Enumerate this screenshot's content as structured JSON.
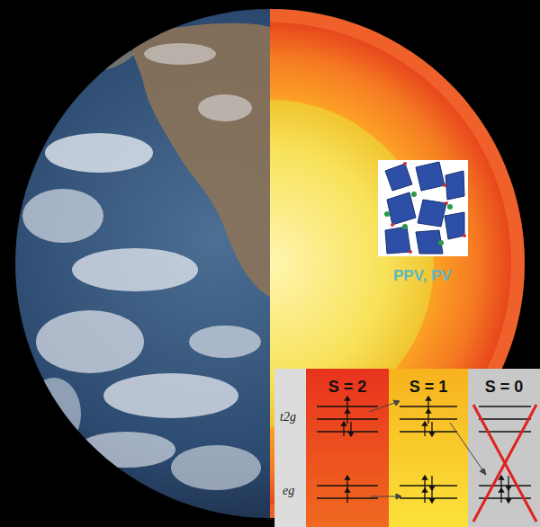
{
  "diagram": {
    "nodes": [
      {
        "text": [
          "S = 2"
        ]
      },
      {
        "text": [
          "S = 1"
        ]
      },
      {
        "text": [
          "S = 0"
        ]
      }
    ],
    "labels": [
      "PPV, PV",
      "t2g",
      "eg"
    ]
  }
}
